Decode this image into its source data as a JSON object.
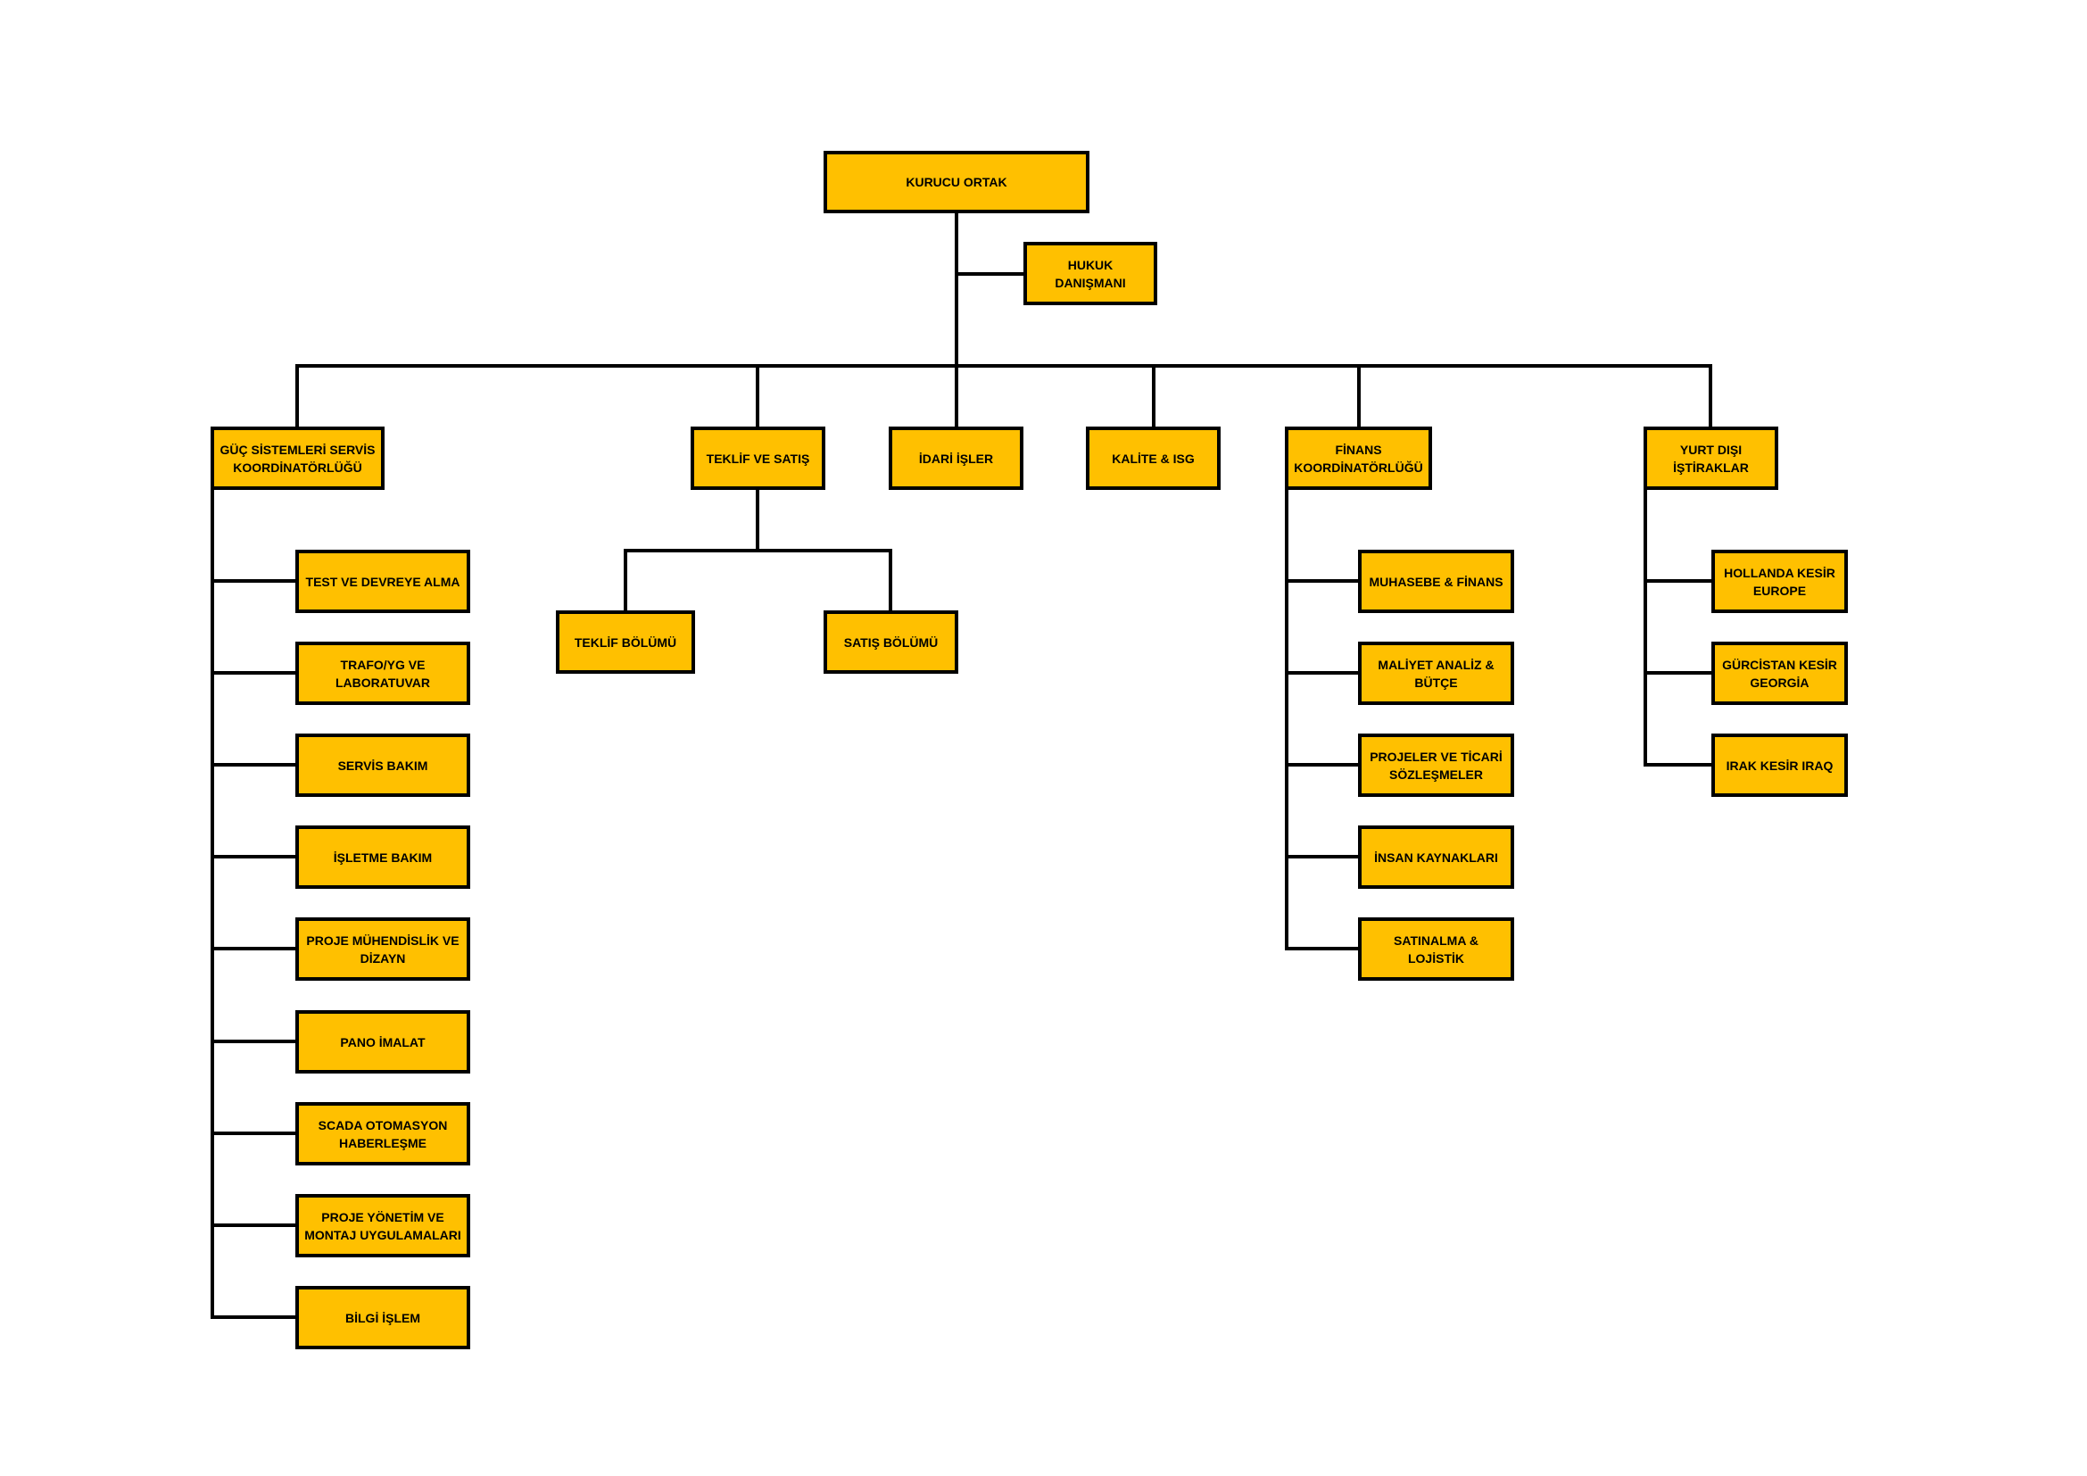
{
  "colors": {
    "box_fill": "#FFC000",
    "box_border": "#000000",
    "line": "#000000",
    "background": "#FFFFFF"
  },
  "org": {
    "root": "KURUCU ORTAK",
    "advisor": "HUKUK DANIŞMANI",
    "departments": {
      "guc": "GÜÇ SİSTEMLERİ SERVİS\nKOORDİNATÖRLÜĞÜ",
      "teklif_satis": "TEKLİF VE SATIŞ",
      "idari": "İDARİ İŞLER",
      "kalite": "KALİTE & ISG",
      "finans": "FİNANS\nKOORDİNATÖRLÜĞÜ",
      "yurtdisi": "YURT DIŞI\nİŞTİRAKLAR"
    },
    "guc_units": [
      "TEST VE DEVREYE ALMA",
      "TRAFO/YG VE\nLABORATUVAR",
      "SERVİS BAKIM",
      "İŞLETME BAKIM",
      "PROJE MÜHENDİSLİK VE\nDİZAYN",
      "PANO İMALAT",
      "SCADA OTOMASYON\nHABERLEŞME",
      "PROJE YÖNETİM VE\nMONTAJ UYGULAMALARI",
      "BİLGİ İŞLEM"
    ],
    "teklif_units": [
      "TEKLİF BÖLÜMÜ",
      "SATIŞ BÖLÜMÜ"
    ],
    "finans_units": [
      "MUHASEBE & FİNANS",
      "MALİYET ANALİZ &\nBÜTÇE",
      "PROJELER VE TİCARİ\nSÖZLEŞMELER",
      "İNSAN KAYNAKLARI",
      "SATINALMA & LOJİSTİK"
    ],
    "yurtdisi_units": [
      "HOLLANDA KESİR\nEUROPE",
      "GÜRCİSTAN KESİR\nGEORGİA",
      "IRAK KESİR IRAQ"
    ]
  }
}
